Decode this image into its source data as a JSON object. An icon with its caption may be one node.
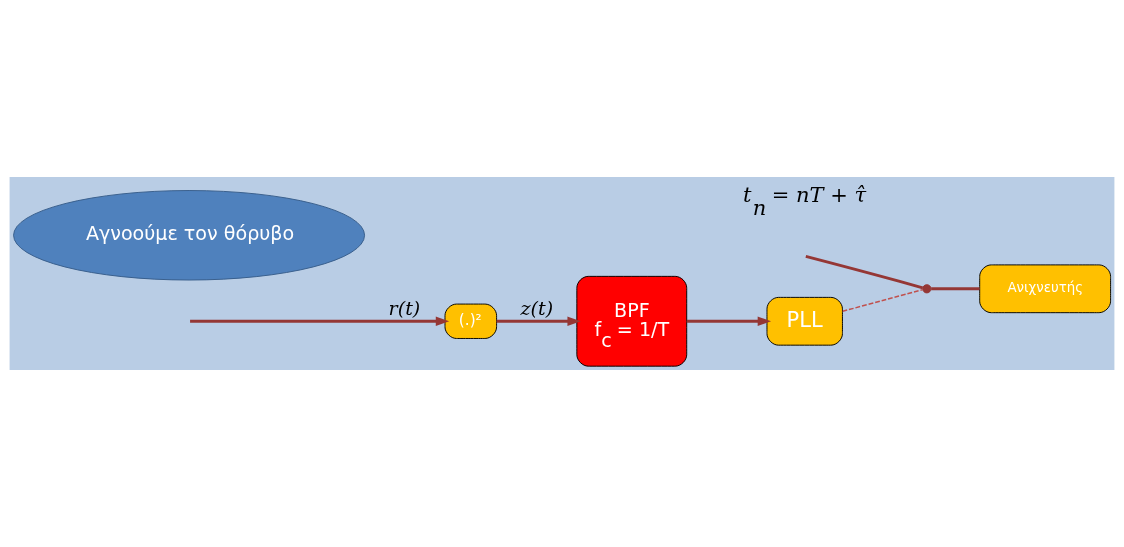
{
  "diagram": {
    "nodes": [
      {
        "text": [
          "(.)²"
        ]
      },
      {
        "text": [
          "BPF",
          "f$_{c}$ = 1/T"
        ]
      },
      {
        "text": [
          "PLL"
        ]
      },
      {
        "text": [
          "Ανιχνευτής"
        ]
      },
      {
        "text": [
          "Αγνοούμε τον θόρυβο"
        ]
      },
      {
        "text": [],
        "shape": "switch"
      }
    ],
    "edges": [
      {
        "from": null,
        "to": 0,
        "arrow": "to",
        "label": "r(t)"
      },
      {
        "from": 0,
        "to": 1,
        "arrow": "to",
        "label": "z(t)"
      },
      {
        "from": 1,
        "to": 2,
        "arrow": "to"
      },
      {
        "from": null,
        "to": 5,
        "arrow": "none"
      },
      {
        "from": 2,
        "to": 5,
        "arrow": "none",
        "style": "dashed",
        "color": "#c0504d"
      },
      {
        "from": 5,
        "to": 3,
        "arrow": "none"
      }
    ],
    "labels": [
      "t$_{n}$ = nT + τ̂"
    ]
  }
}
